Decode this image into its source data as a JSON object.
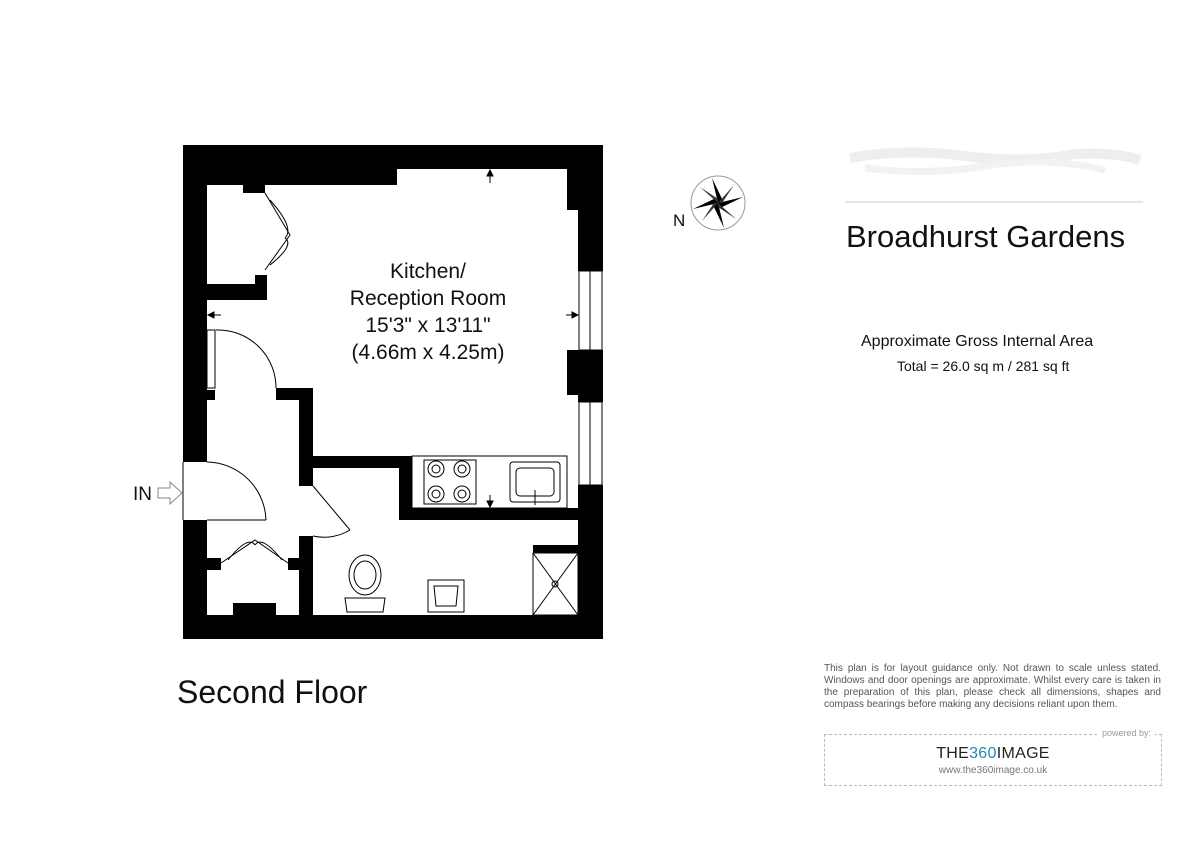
{
  "property": {
    "title": "Broadhurst Gardens",
    "floor_name": "Second Floor"
  },
  "area": {
    "heading": "Approximate Gross Internal Area",
    "total": "Total = 26.0 sq m / 281 sq ft"
  },
  "room": {
    "line1": "Kitchen/",
    "line2": "Reception Room",
    "line3": "15'3\" x 13'11\"",
    "line4": "(4.66m x 4.25m)"
  },
  "entrance_label": "IN",
  "compass_label": "N",
  "disclaimer": "This plan is for layout guidance only. Not drawn to scale unless stated. Windows and door openings are approximate. Whilst every care is taken in the preparation of this plan, please check all dimensions, shapes and compass bearings before making any decisions reliant upon them.",
  "badge": {
    "powered_by": "powered by:",
    "brand_prefix": "THE",
    "brand_number": "360",
    "brand_suffix": "IMAGE",
    "url": "www.the360image.co.uk"
  },
  "colors": {
    "wall": "#000000",
    "brand_accent": "#1f8aa6"
  }
}
